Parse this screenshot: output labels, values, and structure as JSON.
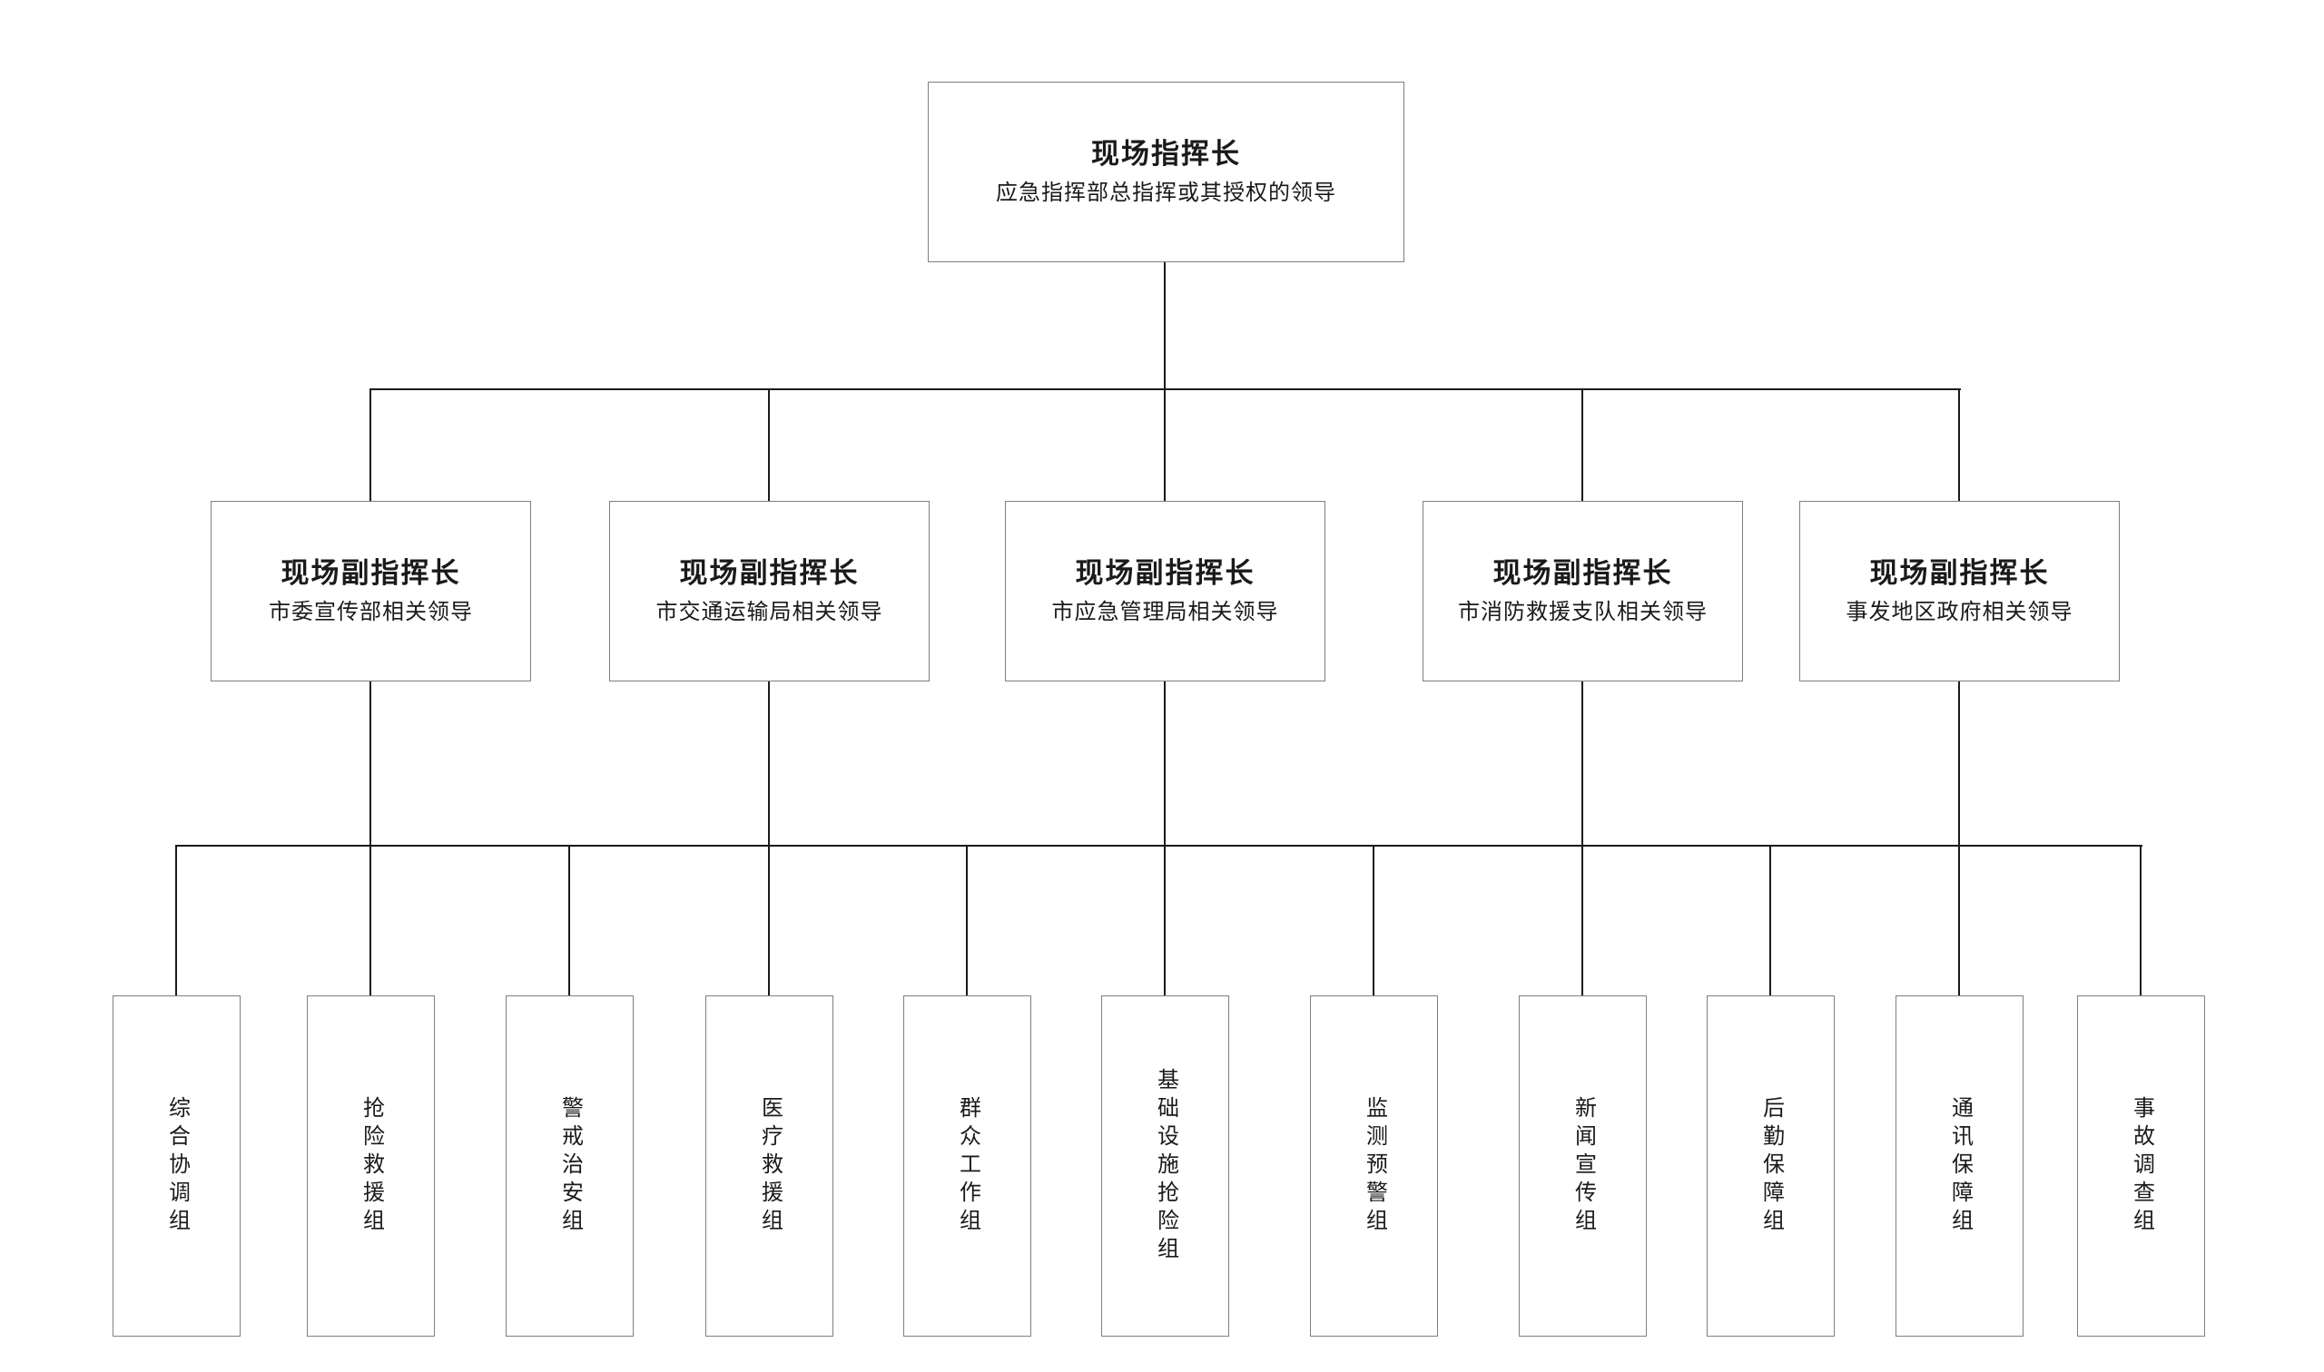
{
  "page": {
    "background": "#ffffff"
  },
  "colors": {
    "box_border": "#7f7f7f",
    "connector_line": "#1a1a1a",
    "text": "#1a1a1a"
  },
  "org_chart": {
    "root": {
      "title": "现场指挥长",
      "subtitle": "应急指挥部总指挥或其授权的领导"
    },
    "deputies": [
      {
        "title": "现场副指挥长",
        "subtitle": "市委宣传部相关领导"
      },
      {
        "title": "现场副指挥长",
        "subtitle": "市交通运输局相关领导"
      },
      {
        "title": "现场副指挥长",
        "subtitle": "市应急管理局相关领导"
      },
      {
        "title": "现场副指挥长",
        "subtitle": "市消防救援支队相关领导"
      },
      {
        "title": "现场副指挥长",
        "subtitle": "事发地区政府相关领导"
      }
    ],
    "groups": [
      "综合协调组",
      "抢险救援组",
      "警戒治安组",
      "医疗救援组",
      "群众工作组",
      "基础设施抢险组",
      "监测预警组",
      "新闻宣传组",
      "后勤保障组",
      "通讯保障组",
      "事故调查组"
    ]
  }
}
